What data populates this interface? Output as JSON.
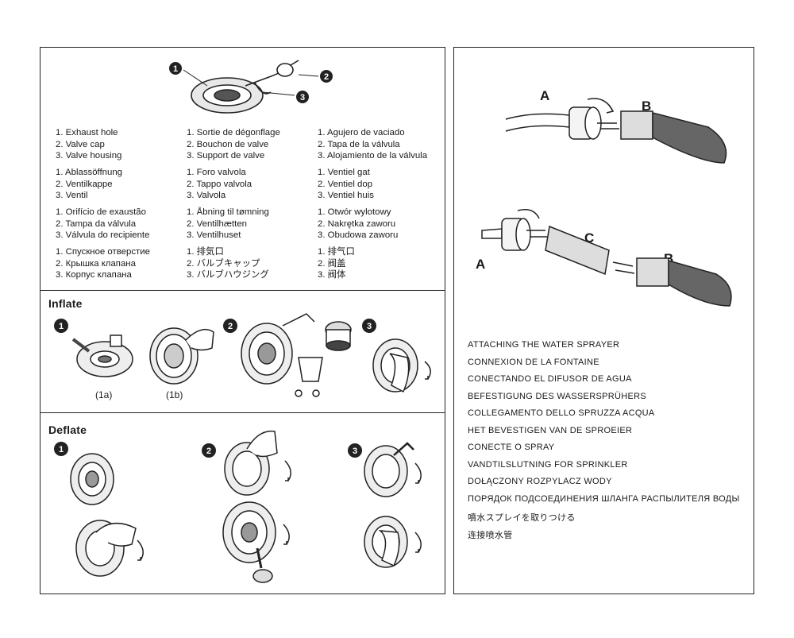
{
  "parts": {
    "badges": [
      "1",
      "2",
      "3"
    ],
    "languages": [
      [
        "1. Exhaust hole",
        "2. Valve cap",
        "3. Valve housing"
      ],
      [
        "1. Sortie de dégonflage",
        "2. Bouchon de valve",
        "3. Support de valve"
      ],
      [
        "1. Agujero de vaciado",
        "2. Tapa de la válvula",
        "3. Alojamiento de la válvula"
      ],
      [
        "1. Ablassöffnung",
        "2. Ventilkappe",
        "3. Ventil"
      ],
      [
        "1. Foro valvola",
        "2. Tappo valvola",
        "3. Valvola"
      ],
      [
        "1. Ventiel gat",
        "2. Ventiel dop",
        "3. Ventiel huis"
      ],
      [
        "1. Orifício de exaustão",
        "2. Tampa da válvula",
        "3. Válvula do recipiente"
      ],
      [
        "1. Åbning til tømning",
        "2. Ventilhætten",
        "3. Ventilhuset"
      ],
      [
        "1. Otwór wylotowy",
        "2. Nakrętka zaworu",
        "3. Obudowa zaworu"
      ],
      [
        "1. Спускное отверстие",
        "2. Крышка клапана",
        "3. Корпус клапана"
      ],
      [
        "1. 排気口",
        "2. バルブキャップ",
        "3. バルブハウジング"
      ],
      [
        "1. 排气口",
        "2. 阀盖",
        "3. 阀体"
      ]
    ]
  },
  "inflate": {
    "title": "Inflate",
    "steps": [
      "1",
      "2",
      "3"
    ],
    "captions": [
      "(1a)",
      "(1b)"
    ]
  },
  "deflate": {
    "title": "Deflate",
    "steps": [
      "1",
      "2",
      "3"
    ]
  },
  "sprayer": {
    "letters": {
      "a": "A",
      "b": "B",
      "c": "C"
    },
    "lines": [
      "ATTACHING THE WATER SPRAYER",
      "CONNEXION DE LA FONTAINE",
      "CONECTANDO EL DIFUSOR DE AGUA",
      "BEFESTIGUNG DES WASSERSPRÜHERS",
      "COLLEGAMENTO DELLO SPRUZZA ACQUA",
      "HET BEVESTIGEN VAN DE SPROEIER",
      "CONECTE O SPRAY",
      "VANDTILSLUTNING FOR SPRINKLER",
      "DOŁĄCZONY ROZPYLACZ WODY",
      "ПОРЯДОК ПОДСОЕДИНЕНИЯ ШЛАНГА РАСПЫЛИТЕЛЯ ВОДЫ",
      "噴水スプレイを取りつける",
      "连接喷水管"
    ]
  }
}
